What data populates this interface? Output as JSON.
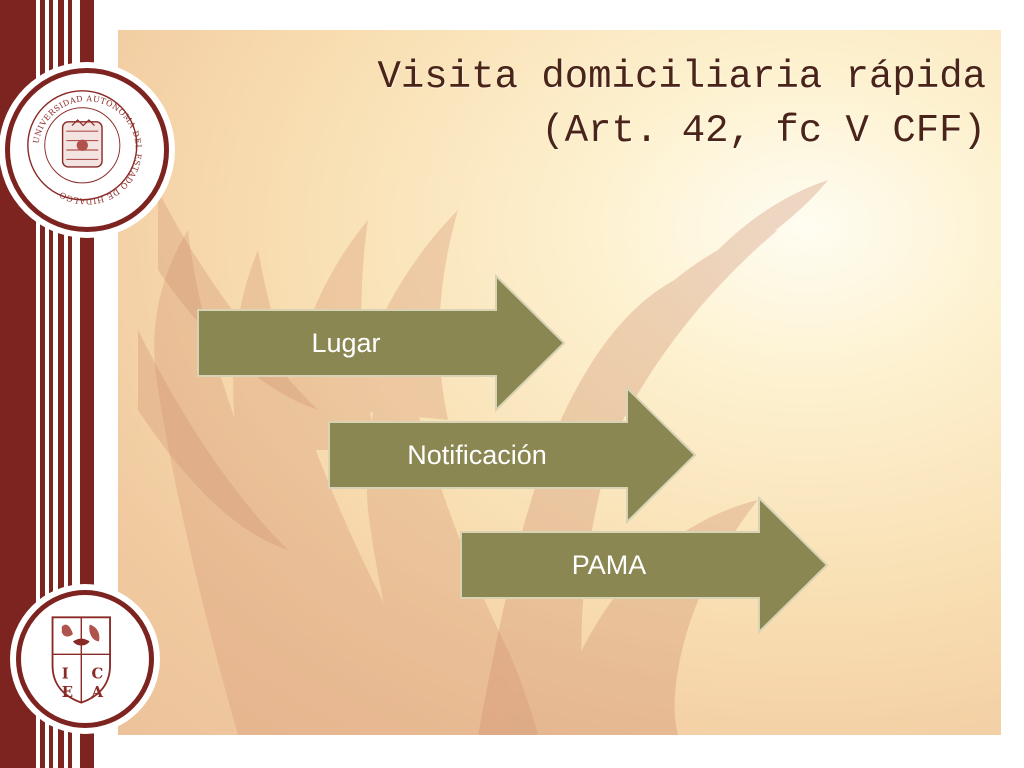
{
  "slide": {
    "title_line1": "Visita domiciliaria rápida",
    "title_line2": "(Art. 42, fc V CFF)"
  },
  "steps": [
    {
      "label": "Lugar"
    },
    {
      "label": "Notificación"
    },
    {
      "label": "PAMA"
    }
  ],
  "logos": {
    "top_seal_text": "UNIVERSIDAD AUTÓNOMA DEL ESTADO DE HIDALGO",
    "bottom_seal_text": "ICEA"
  },
  "colors": {
    "maroon": "#7d2320",
    "arrow_fill": "#8b8752",
    "arrow_stroke": "#d8d3b4",
    "title": "#4a2418",
    "panel_warm": "#f8ddb0"
  }
}
